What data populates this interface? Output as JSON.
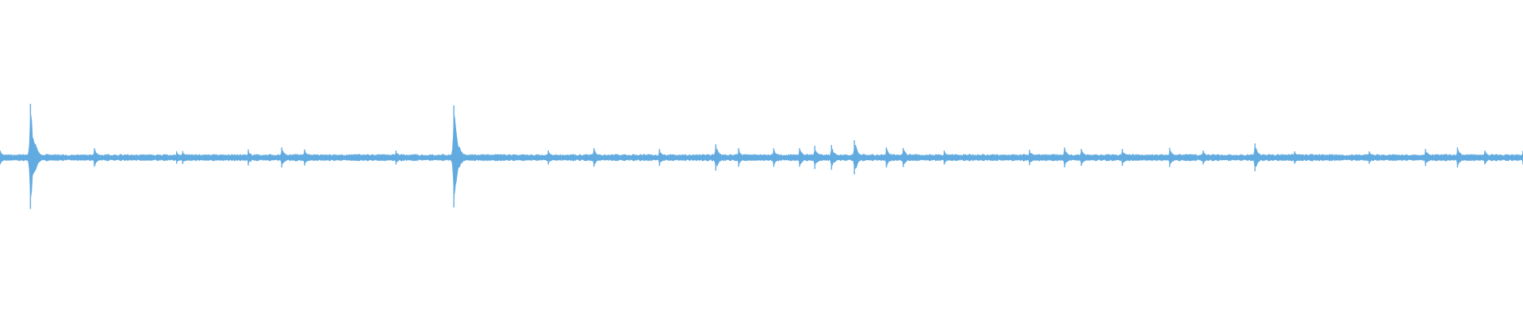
{
  "chart_data": {
    "type": "area",
    "subtype": "audio-waveform",
    "x_range": [
      0,
      1
    ],
    "y_range": [
      -1,
      1
    ],
    "grid": false,
    "legend": "none",
    "color": "#62abe1",
    "baseline_amplitude": 0.022,
    "peaks": [
      {
        "x": 0.0,
        "amp": 0.045
      },
      {
        "x": 0.02,
        "amp": 0.34
      },
      {
        "x": 0.062,
        "amp": 0.06
      },
      {
        "x": 0.116,
        "amp": 0.04
      },
      {
        "x": 0.12,
        "amp": 0.042
      },
      {
        "x": 0.163,
        "amp": 0.052
      },
      {
        "x": 0.185,
        "amp": 0.065
      },
      {
        "x": 0.2,
        "amp": 0.052
      },
      {
        "x": 0.26,
        "amp": 0.045
      },
      {
        "x": 0.298,
        "amp": 0.33
      },
      {
        "x": 0.36,
        "amp": 0.045
      },
      {
        "x": 0.39,
        "amp": 0.06
      },
      {
        "x": 0.433,
        "amp": 0.055
      },
      {
        "x": 0.47,
        "amp": 0.085
      },
      {
        "x": 0.485,
        "amp": 0.06
      },
      {
        "x": 0.508,
        "amp": 0.06
      },
      {
        "x": 0.525,
        "amp": 0.06
      },
      {
        "x": 0.535,
        "amp": 0.075
      },
      {
        "x": 0.546,
        "amp": 0.08
      },
      {
        "x": 0.561,
        "amp": 0.11
      },
      {
        "x": 0.582,
        "amp": 0.065
      },
      {
        "x": 0.593,
        "amp": 0.062
      },
      {
        "x": 0.62,
        "amp": 0.045
      },
      {
        "x": 0.676,
        "amp": 0.05
      },
      {
        "x": 0.699,
        "amp": 0.065
      },
      {
        "x": 0.71,
        "amp": 0.055
      },
      {
        "x": 0.737,
        "amp": 0.055
      },
      {
        "x": 0.768,
        "amp": 0.062
      },
      {
        "x": 0.79,
        "amp": 0.045
      },
      {
        "x": 0.824,
        "amp": 0.09
      },
      {
        "x": 0.85,
        "amp": 0.04
      },
      {
        "x": 0.899,
        "amp": 0.04
      },
      {
        "x": 0.936,
        "amp": 0.055
      },
      {
        "x": 0.957,
        "amp": 0.065
      },
      {
        "x": 0.975,
        "amp": 0.045
      },
      {
        "x": 1.0,
        "amp": 0.045
      }
    ]
  }
}
